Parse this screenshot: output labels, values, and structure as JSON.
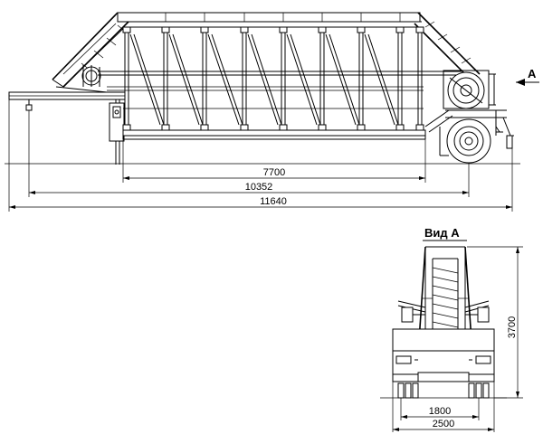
{
  "side_view": {
    "view_marker": "A",
    "dimensions": {
      "frame_length": "7700",
      "wheelbase": "10352",
      "overall_length": "11640"
    }
  },
  "view_a": {
    "title": "Вид А",
    "dimensions": {
      "height": "3700",
      "track_width": "1800",
      "overall_width": "2500"
    }
  }
}
